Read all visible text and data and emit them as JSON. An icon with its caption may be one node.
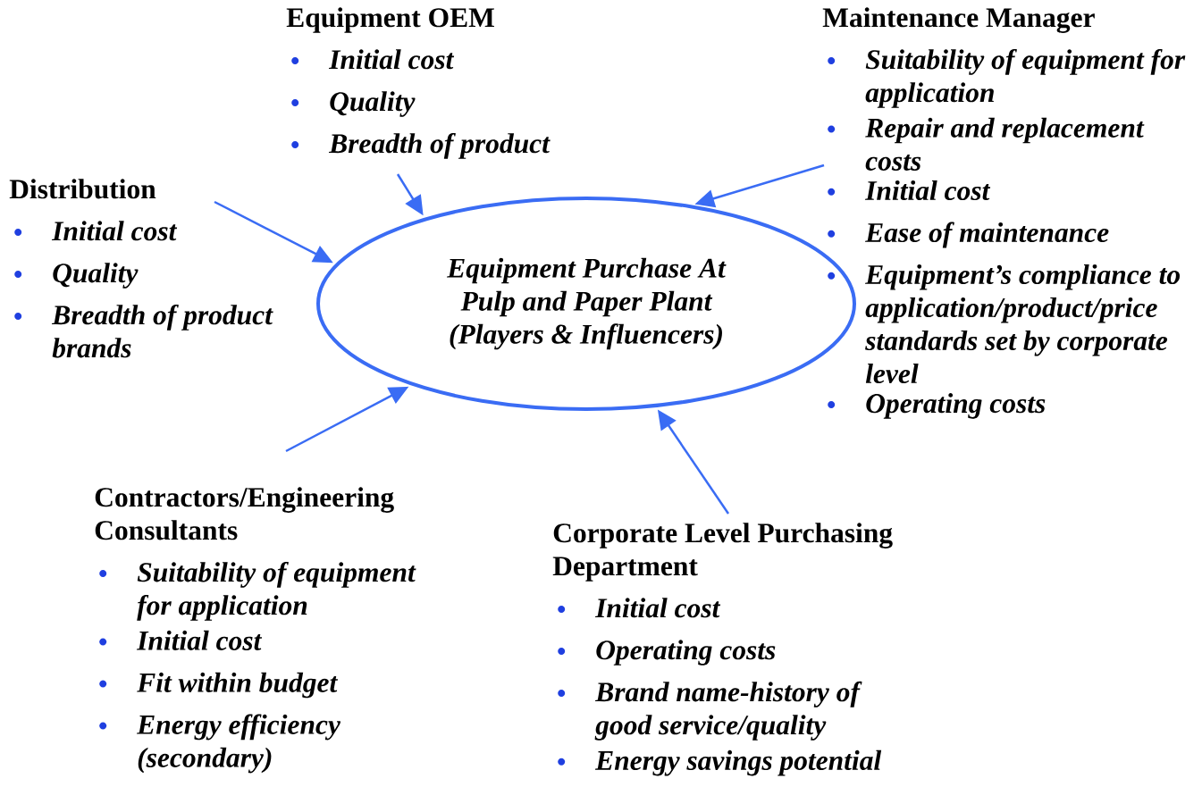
{
  "diagram": {
    "nodes": [
      {
        "text": [
          "Equipment Purchase At Pulp and Paper Plant (Players & Influencers)"
        ]
      },
      {
        "text": [
          "Equipment OEM",
          "Initial cost",
          "Quality",
          "Breadth of product"
        ]
      },
      {
        "text": [
          "Maintenance Manager",
          "Suitability of equipment for application",
          "Repair and replacement costs",
          "Initial cost",
          "Ease of maintenance",
          "Equipment’s compliance to application/product/price standards set by corporate level",
          "Operating costs"
        ]
      },
      {
        "text": [
          "Distribution",
          "Initial cost",
          "Quality",
          "Breadth of product brands"
        ]
      },
      {
        "text": [
          "Contractors/Engineering Consultants",
          "Suitability of equipment for application",
          "Initial cost",
          "Fit within budget",
          "Energy efficiency (secondary)"
        ]
      },
      {
        "text": [
          "Corporate Level Purchasing Department",
          "Initial cost",
          "Operating costs",
          "Brand name-history of good service/quality",
          "Energy savings potential"
        ]
      }
    ],
    "edges": [
      {
        "from": 1,
        "to": 0,
        "arrow": "to"
      },
      {
        "from": 2,
        "to": 0,
        "arrow": "to"
      },
      {
        "from": 3,
        "to": 0,
        "arrow": "to"
      },
      {
        "from": 4,
        "to": 0,
        "arrow": "to"
      },
      {
        "from": 5,
        "to": 0,
        "arrow": "to"
      }
    ]
  }
}
